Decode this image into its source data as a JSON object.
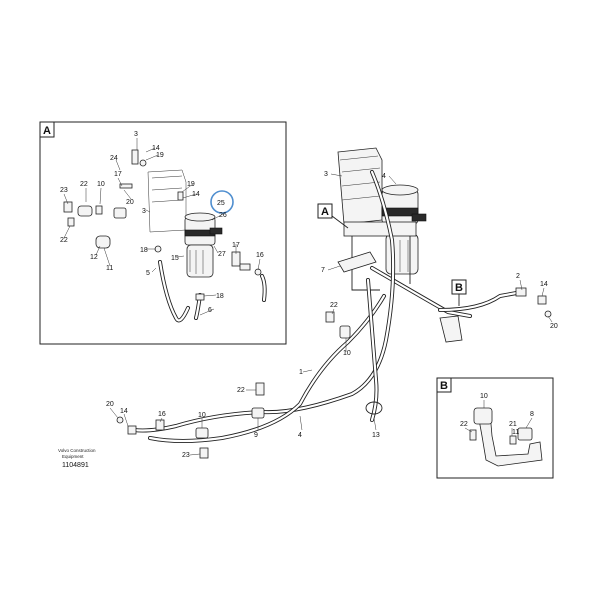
{
  "detail_a": {
    "letter": "A",
    "callouts": [
      "3",
      "14",
      "19",
      "24",
      "17",
      "22",
      "23",
      "10",
      "20",
      "19",
      "14",
      "25",
      "26",
      "22",
      "12",
      "11",
      "18",
      "15",
      "27",
      "17",
      "16",
      "5",
      "18",
      "6",
      "3"
    ],
    "highlight_color": "#4f8ecf"
  },
  "main_view": {
    "marker_a": "A",
    "marker_b": "B",
    "callouts": [
      "3",
      "4",
      "7",
      "2",
      "14",
      "20",
      "22",
      "10",
      "1",
      "22",
      "13",
      "20",
      "14",
      "16",
      "10",
      "9",
      "4",
      "23"
    ]
  },
  "detail_b": {
    "letter": "B",
    "callouts": [
      "10",
      "8",
      "22",
      "21",
      "11"
    ]
  },
  "footer": {
    "brand": "Volvo Construction",
    "brand_line2": "Equipment",
    "doc_number": "1104891"
  }
}
